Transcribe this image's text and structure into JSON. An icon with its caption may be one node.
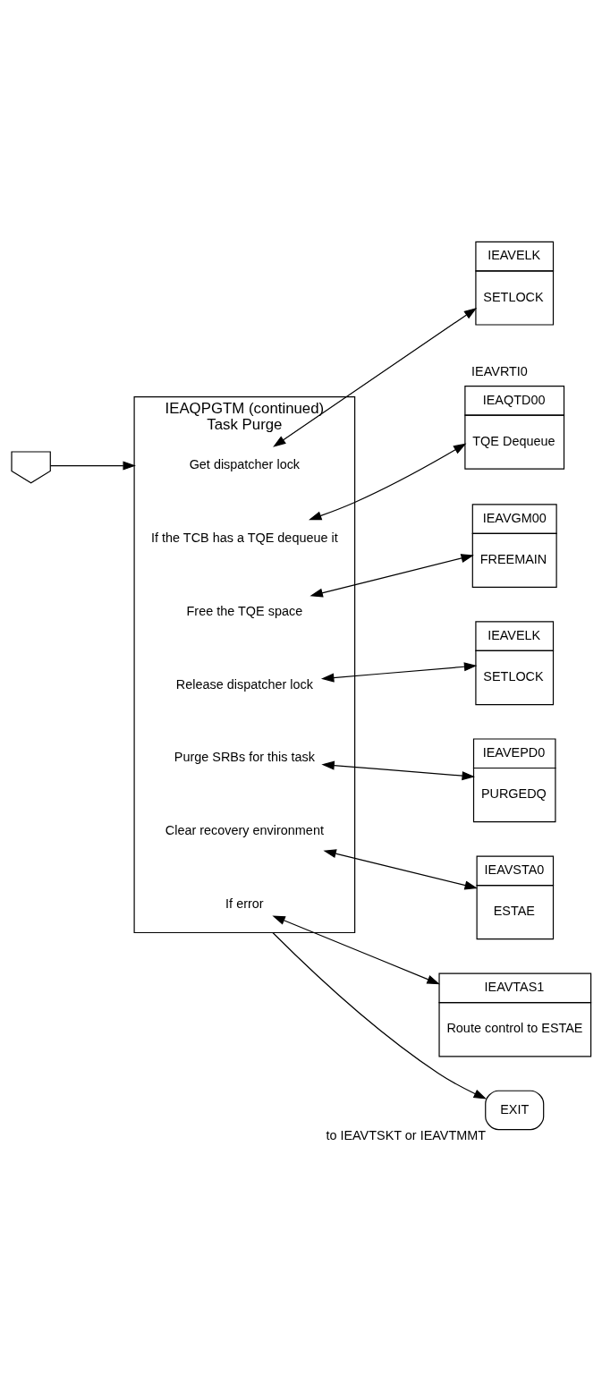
{
  "diagram": {
    "nodes": [
      {
        "text": [],
        "shape": "pentagon"
      },
      {
        "text": [
          "IEAQPGTM (continued)",
          "Task Purge"
        ]
      },
      {
        "text": [
          "Get dispatcher lock"
        ],
        "in": 1
      },
      {
        "text": [
          "IEAVELK",
          "SETLOCK"
        ]
      },
      {
        "text": [
          "If the TCB has a TQE dequeue it"
        ],
        "in": 1
      },
      {
        "text": [
          "IEAQTD00",
          "TQE Dequeue"
        ],
        "beside": [
          "IEAVRTI0"
        ]
      },
      {
        "text": [
          "Free the TQE space"
        ],
        "in": 1
      },
      {
        "text": [
          "IEAVGM00",
          "FREEMAIN"
        ]
      },
      {
        "text": [
          "Release dispatcher lock"
        ],
        "in": 1
      },
      {
        "text": [
          "IEAVELK",
          "SETLOCK"
        ]
      },
      {
        "text": [
          "Purge SRBs for this task"
        ],
        "in": 1
      },
      {
        "text": [
          "IEAVEPD0",
          "PURGEDQ"
        ]
      },
      {
        "text": [
          "Clear recovery environment"
        ],
        "in": 1
      },
      {
        "text": [
          "IEAVSTA0",
          "ESTAE"
        ]
      },
      {
        "text": [
          "If error"
        ],
        "in": 1
      },
      {
        "text": [
          "IEAVTAS1",
          "Route control to ESTAE"
        ]
      },
      {
        "text": [
          "EXIT"
        ],
        "beside": [
          "to IEAVTSKT or IEAVTMMT"
        ]
      }
    ],
    "edges": [
      {
        "from": 0,
        "to": 1,
        "arrow": "to"
      },
      {
        "from": 2,
        "to": 3,
        "arrow": "both"
      },
      {
        "from": 4,
        "to": 5,
        "arrow": "both"
      },
      {
        "from": 6,
        "to": 7,
        "arrow": "both"
      },
      {
        "from": 8,
        "to": 9,
        "arrow": "both"
      },
      {
        "from": 10,
        "to": 11,
        "arrow": "both"
      },
      {
        "from": 12,
        "to": 13,
        "arrow": "both"
      },
      {
        "from": 14,
        "to": 15,
        "arrow": "both"
      },
      {
        "from": 1,
        "to": 16,
        "arrow": "to"
      }
    ]
  }
}
